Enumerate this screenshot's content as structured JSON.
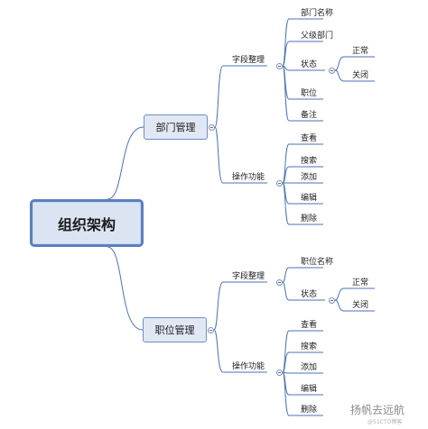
{
  "root": {
    "label": "组织架构"
  },
  "branches": [
    {
      "label": "部门管理",
      "groups": [
        {
          "label": "字段整理",
          "items": [
            {
              "label": "部门名称"
            },
            {
              "label": "父级部门"
            },
            {
              "label": "状态",
              "children": [
                {
                  "label": "正常"
                },
                {
                  "label": "关闭"
                }
              ]
            },
            {
              "label": "职位"
            },
            {
              "label": "备注"
            }
          ]
        },
        {
          "label": "操作功能",
          "items": [
            {
              "label": "查看"
            },
            {
              "label": "搜索"
            },
            {
              "label": "添加"
            },
            {
              "label": "编辑"
            },
            {
              "label": "删除"
            }
          ]
        }
      ]
    },
    {
      "label": "职位管理",
      "groups": [
        {
          "label": "字段整理",
          "items": [
            {
              "label": "职位名称"
            },
            {
              "label": "状态",
              "children": [
                {
                  "label": "正常"
                },
                {
                  "label": "关闭"
                }
              ]
            }
          ]
        },
        {
          "label": "操作功能",
          "items": [
            {
              "label": "查看"
            },
            {
              "label": "搜索"
            },
            {
              "label": "添加"
            },
            {
              "label": "编辑"
            },
            {
              "label": "删除"
            }
          ]
        }
      ]
    }
  ],
  "watermark": {
    "text": "扬帆去远航",
    "sub": "@51CTO博客"
  },
  "colors": {
    "line": "#4a72b8",
    "node_fill": "#e1e8f4",
    "node_border": "#6d8fc7"
  }
}
